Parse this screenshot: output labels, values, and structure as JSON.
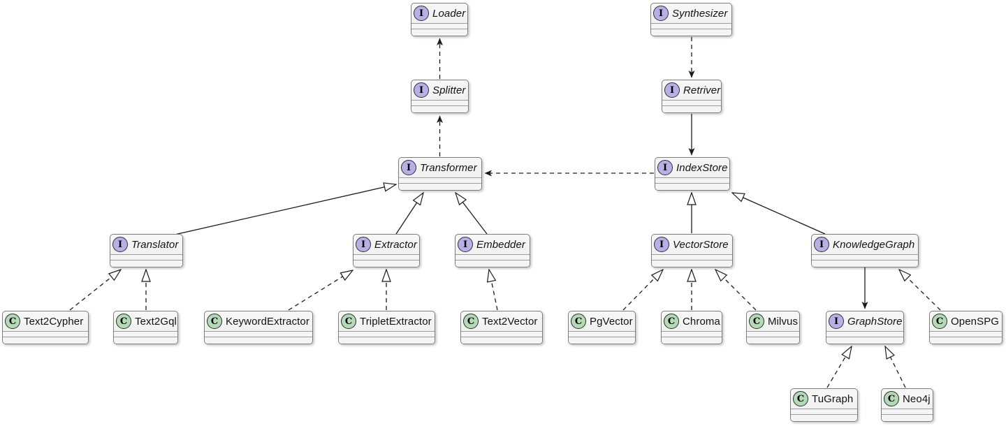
{
  "diagram": {
    "type": "uml-class-diagram",
    "icons": {
      "interface_letter": "I",
      "class_letter": "C"
    },
    "colors": {
      "interface_icon_bg": "#B9AFE4",
      "class_icon_bg": "#B5D9B8",
      "node_background": "#F2F2F2",
      "node_border": "#7D7D7D",
      "edge_color": "#1B1B1B",
      "background": "#FFFFFF"
    },
    "nodes": {
      "loader": {
        "label": "Loader",
        "kind": "interface"
      },
      "synthesizer": {
        "label": "Synthesizer",
        "kind": "interface"
      },
      "splitter": {
        "label": "Splitter",
        "kind": "interface"
      },
      "retriver": {
        "label": "Retriver",
        "kind": "interface"
      },
      "transformer": {
        "label": "Transformer",
        "kind": "interface"
      },
      "indexstore": {
        "label": "IndexStore",
        "kind": "interface"
      },
      "translator": {
        "label": "Translator",
        "kind": "interface"
      },
      "extractor": {
        "label": "Extractor",
        "kind": "interface"
      },
      "embedder": {
        "label": "Embedder",
        "kind": "interface"
      },
      "vectorstore": {
        "label": "VectorStore",
        "kind": "interface"
      },
      "knowledgegraph": {
        "label": "KnowledgeGraph",
        "kind": "interface"
      },
      "graphstore": {
        "label": "GraphStore",
        "kind": "interface"
      },
      "text2cypher": {
        "label": "Text2Cypher",
        "kind": "class"
      },
      "text2gql": {
        "label": "Text2Gql",
        "kind": "class"
      },
      "keywordextractor": {
        "label": "KeywordExtractor",
        "kind": "class"
      },
      "tripletextractor": {
        "label": "TripletExtractor",
        "kind": "class"
      },
      "text2vector": {
        "label": "Text2Vector",
        "kind": "class"
      },
      "pgvector": {
        "label": "PgVector",
        "kind": "class"
      },
      "chroma": {
        "label": "Chroma",
        "kind": "class"
      },
      "milvus": {
        "label": "Milvus",
        "kind": "class"
      },
      "openspg": {
        "label": "OpenSPG",
        "kind": "class"
      },
      "tugraph": {
        "label": "TuGraph",
        "kind": "class"
      },
      "neo4j": {
        "label": "Neo4j",
        "kind": "class"
      }
    },
    "edges": [
      {
        "from": "Splitter",
        "to": "Loader",
        "relation": "dependency",
        "style": "dashed-filled-arrow"
      },
      {
        "from": "Transformer",
        "to": "Splitter",
        "relation": "dependency",
        "style": "dashed-filled-arrow"
      },
      {
        "from": "Synthesizer",
        "to": "Retriver",
        "relation": "dependency",
        "style": "dashed-filled-arrow"
      },
      {
        "from": "Retriver",
        "to": "IndexStore",
        "relation": "association",
        "style": "solid-filled-arrow"
      },
      {
        "from": "IndexStore",
        "to": "Transformer",
        "relation": "dependency",
        "style": "dashed-filled-arrow"
      },
      {
        "from": "Translator",
        "to": "Transformer",
        "relation": "extends",
        "style": "solid-open-triangle"
      },
      {
        "from": "Extractor",
        "to": "Transformer",
        "relation": "extends",
        "style": "solid-open-triangle"
      },
      {
        "from": "Embedder",
        "to": "Transformer",
        "relation": "extends",
        "style": "solid-open-triangle"
      },
      {
        "from": "VectorStore",
        "to": "IndexStore",
        "relation": "extends",
        "style": "solid-open-triangle"
      },
      {
        "from": "KnowledgeGraph",
        "to": "IndexStore",
        "relation": "extends",
        "style": "solid-open-triangle"
      },
      {
        "from": "Text2Cypher",
        "to": "Translator",
        "relation": "implements",
        "style": "dashed-open-triangle"
      },
      {
        "from": "Text2Gql",
        "to": "Translator",
        "relation": "implements",
        "style": "dashed-open-triangle"
      },
      {
        "from": "KeywordExtractor",
        "to": "Extractor",
        "relation": "implements",
        "style": "dashed-open-triangle"
      },
      {
        "from": "TripletExtractor",
        "to": "Extractor",
        "relation": "implements",
        "style": "dashed-open-triangle"
      },
      {
        "from": "Text2Vector",
        "to": "Embedder",
        "relation": "implements",
        "style": "dashed-open-triangle"
      },
      {
        "from": "PgVector",
        "to": "VectorStore",
        "relation": "implements",
        "style": "dashed-open-triangle"
      },
      {
        "from": "Chroma",
        "to": "VectorStore",
        "relation": "implements",
        "style": "dashed-open-triangle"
      },
      {
        "from": "Milvus",
        "to": "VectorStore",
        "relation": "implements",
        "style": "dashed-open-triangle"
      },
      {
        "from": "KnowledgeGraph",
        "to": "GraphStore",
        "relation": "association",
        "style": "solid-filled-arrow"
      },
      {
        "from": "OpenSPG",
        "to": "KnowledgeGraph",
        "relation": "implements",
        "style": "dashed-open-triangle"
      },
      {
        "from": "TuGraph",
        "to": "GraphStore",
        "relation": "implements",
        "style": "dashed-open-triangle"
      },
      {
        "from": "Neo4j",
        "to": "GraphStore",
        "relation": "implements",
        "style": "dashed-open-triangle"
      }
    ]
  }
}
